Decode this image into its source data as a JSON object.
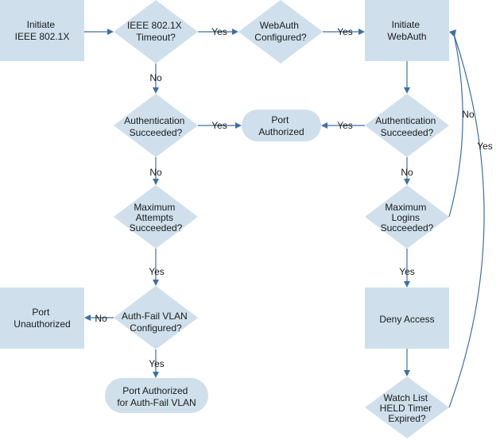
{
  "colors": {
    "shape_fill": "#cfe0ec",
    "connector": "#3f6fa6",
    "text": "#1a1a1a"
  },
  "nodes": {
    "initiate_8021x": {
      "lines": [
        "Initiate",
        "IEEE 802.1X"
      ]
    },
    "timeout": {
      "lines": [
        "IEEE 802.1X",
        "Timeout?"
      ]
    },
    "webauth_configured": {
      "lines": [
        "WebAuth",
        "Configured?"
      ]
    },
    "initiate_webauth": {
      "lines": [
        "Initiate",
        "WebAuth"
      ]
    },
    "auth_succeeded_left": {
      "lines": [
        "Authentication",
        "Succeeded?"
      ]
    },
    "port_authorized": {
      "lines": [
        "Port",
        "Authorized"
      ]
    },
    "auth_succeeded_right": {
      "lines": [
        "Authentication",
        "Succeeded?"
      ]
    },
    "max_attempts": {
      "lines": [
        "Maximum",
        "Attempts",
        "Succeeded?"
      ]
    },
    "max_logins": {
      "lines": [
        "Maximum",
        "Logins",
        "Succeeded?"
      ]
    },
    "port_unauthorized": {
      "lines": [
        "Port",
        "Unauthorized"
      ]
    },
    "authfail_vlan": {
      "lines": [
        "Auth-Fail VLAN",
        "Configured?"
      ]
    },
    "deny_access": {
      "lines": [
        "Deny Access"
      ]
    },
    "port_authorized_authfail": {
      "lines": [
        "Port Authorized",
        "for Auth-Fail VLAN"
      ]
    },
    "watch_list": {
      "lines": [
        "Watch List",
        "HELD Timer",
        "Expired?"
      ]
    }
  },
  "edges": {
    "timeout_yes": "Yes",
    "webauth_yes": "Yes",
    "timeout_no": "No",
    "auth_left_yes": "Yes",
    "auth_right_yes": "Yes",
    "auth_left_no": "No",
    "auth_right_no": "No",
    "max_logins_no": "No",
    "watch_list_yes": "Yes",
    "max_attempts_yes": "Yes",
    "max_logins_yes": "Yes",
    "authfail_no": "No",
    "authfail_yes": "Yes"
  }
}
